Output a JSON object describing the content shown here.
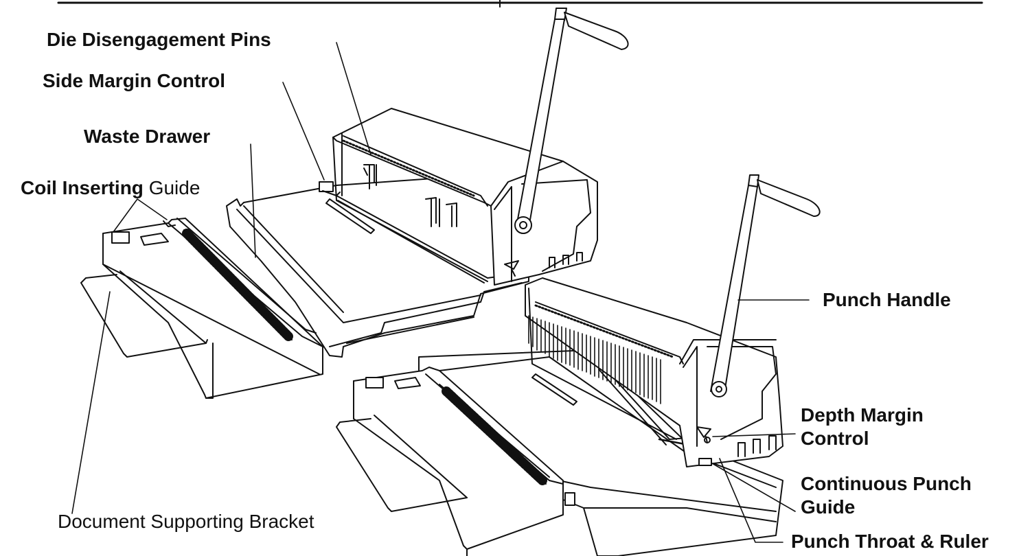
{
  "labels": {
    "die_disengagement_pins": "Die Disengagement Pins",
    "side_margin_control": "Side Margin Control",
    "waste_drawer": "Waste Drawer",
    "coil_inserting_guide": {
      "part1": "Coil",
      "part2": "Inserting",
      "part3": "Guide"
    },
    "punch_handle": "Punch Handle",
    "depth_margin_control": {
      "line1": "Depth Margin",
      "line2": "Control"
    },
    "continuous_punch_guide": {
      "line1": "Continuous Punch",
      "line2": "Guide"
    },
    "punch_throat_ruler": "Punch Throat & Ruler",
    "document_supporting_bracket": "Document Supporting Bracket"
  },
  "colors": {
    "line": "#111111",
    "background": "#ffffff"
  }
}
